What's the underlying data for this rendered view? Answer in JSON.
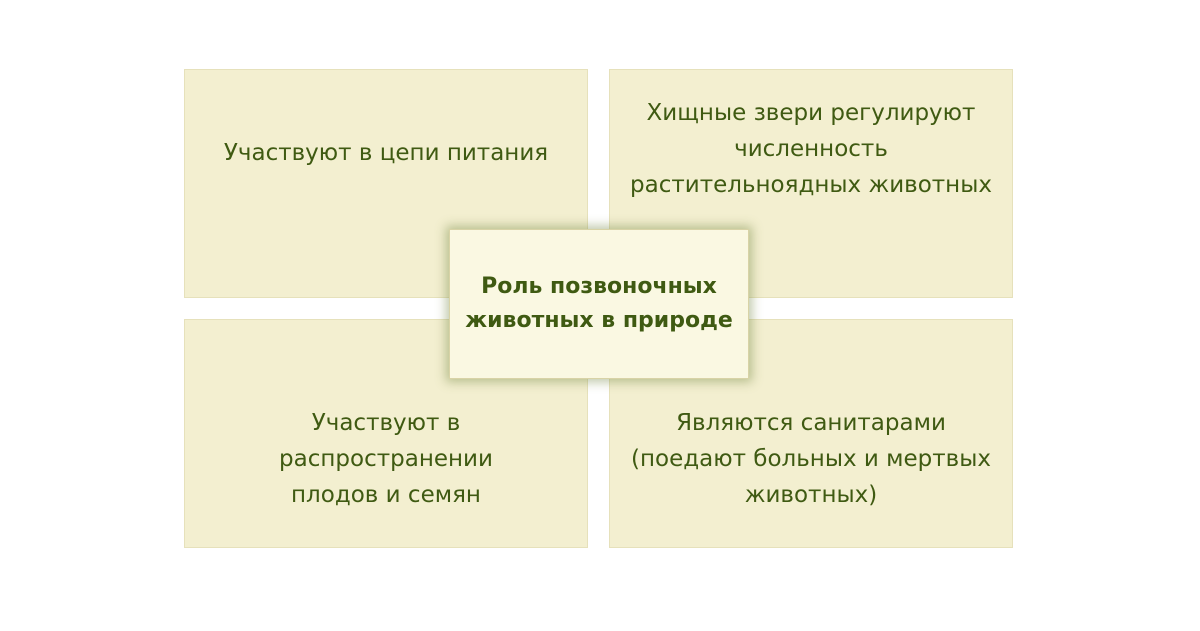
{
  "diagram": {
    "center": {
      "lines": [
        "Роль позвоночных",
        "животных в природе"
      ]
    },
    "quadrants": {
      "top_left": {
        "lines": [
          "Участвуют в цепи питания"
        ]
      },
      "top_right": {
        "lines": [
          "Хищные звери регулируют",
          "численность",
          "растительноядных животных"
        ]
      },
      "bottom_left": {
        "lines": [
          "Участвуют в",
          "распространении",
          "плодов и семян"
        ]
      },
      "bottom_right": {
        "lines": [
          "Являются санитарами",
          "(поедают больных и мертвых",
          "животных)"
        ]
      }
    }
  },
  "colors": {
    "box_fill": "#f3efd0",
    "center_fill": "#faf8e2",
    "text": "#3f5a12"
  }
}
